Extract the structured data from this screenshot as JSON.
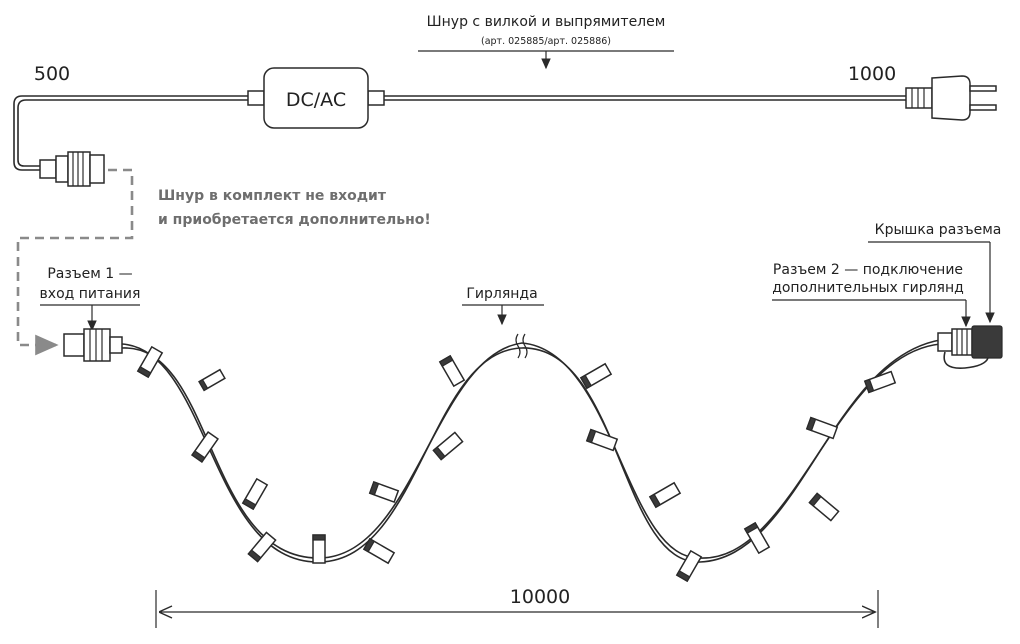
{
  "cord": {
    "title": "Шнур с вилкой и выпрямителем",
    "subtitle": "(арт. 025885/арт. 025886)",
    "adapter_label": "DC/AC",
    "length_left": "500",
    "length_right": "1000"
  },
  "note": {
    "line1": "Шнур в комплект не входит",
    "line2": "и приобретается дополнительно!"
  },
  "connector1": {
    "line1": "Разъем 1 —",
    "line2": "вход питания"
  },
  "garland": {
    "label": "Гирлянда",
    "length": "10000"
  },
  "connector2": {
    "line1": "Разъем 2 — подключение",
    "line2": "дополнительных гирлянд"
  },
  "cap": {
    "label": "Крышка разъема"
  },
  "colors": {
    "wire": "#2a2a2a",
    "dashed_line": "#8a8a8a",
    "note_text": "#6e6e6e"
  }
}
